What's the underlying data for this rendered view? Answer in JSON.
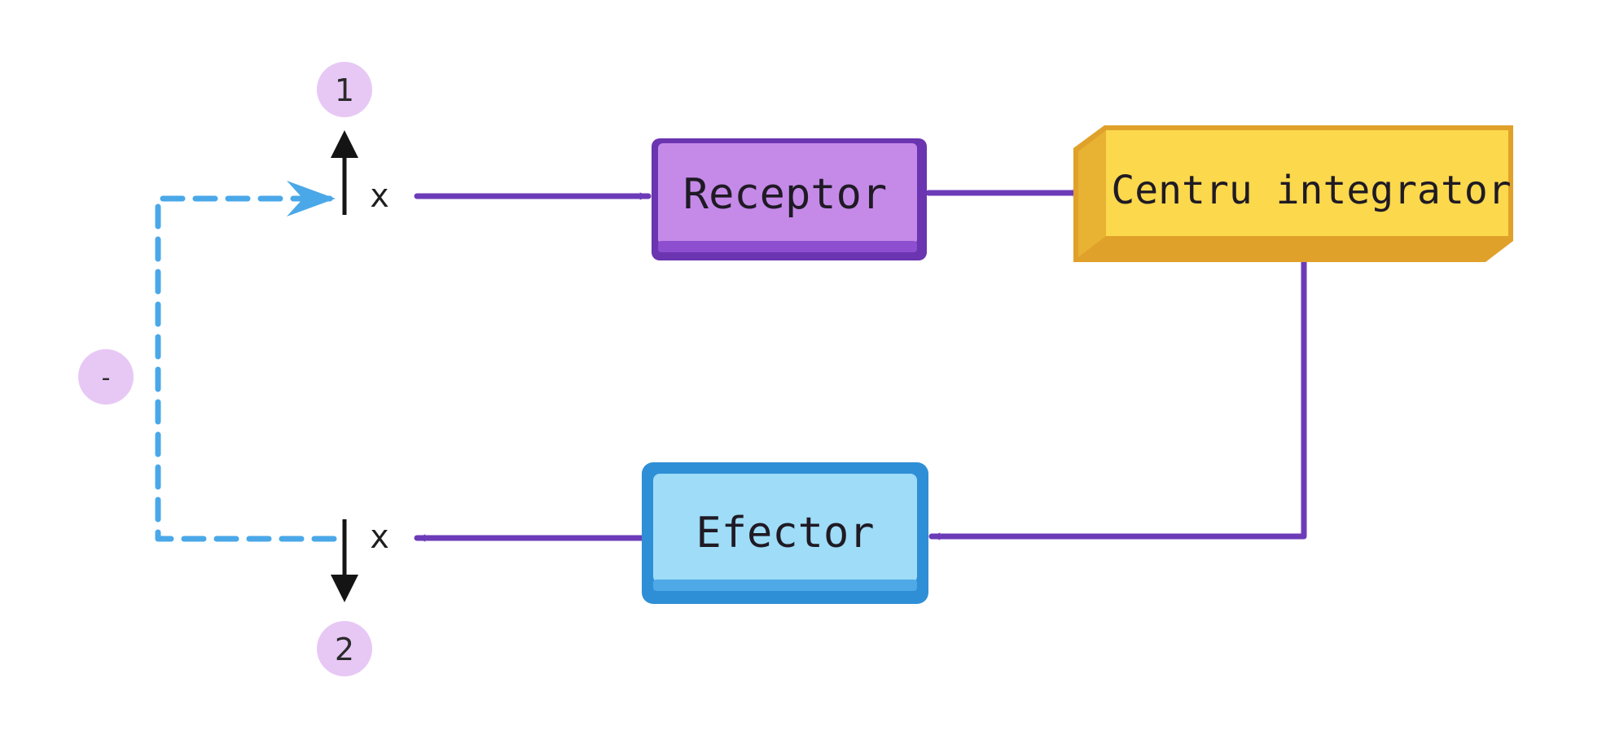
{
  "boxes": {
    "receptor": {
      "label": "Receptor",
      "color": "#c58ae8",
      "border": "#6b34b0"
    },
    "centru": {
      "label": "Centru integrator",
      "color": "#fbd84c",
      "border": "#e0a12a"
    },
    "efector": {
      "label": "Efector",
      "color": "#9fdcf7",
      "border": "#2f8fd6"
    }
  },
  "variables": {
    "top": "x",
    "bottom": "x"
  },
  "badges": {
    "increase": "1",
    "decrease": "2",
    "feedback_sign": "-"
  },
  "colors": {
    "connector": "#6c3bb8",
    "feedback": "#4aa8e8",
    "badge": "#e7c8f5",
    "arrow": "#141414"
  }
}
